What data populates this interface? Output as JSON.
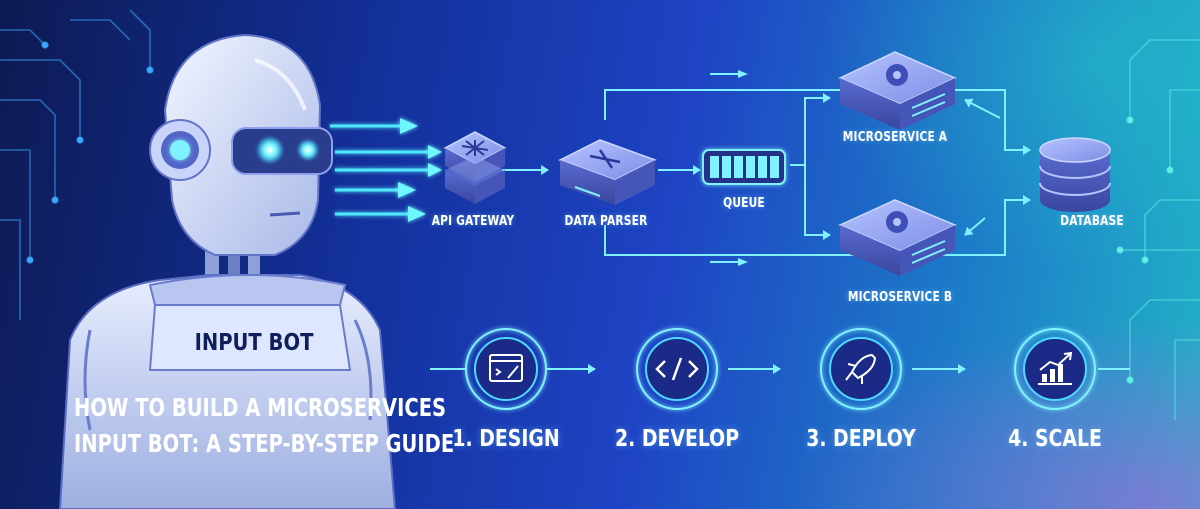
{
  "robot": {
    "label": "INPUT BOT"
  },
  "title": {
    "line1": "HOW TO BUILD A MICROSERVICES",
    "line2": "INPUT BOT: A STEP-BY-STEP GUIDE"
  },
  "nodes": {
    "api_gateway": "API GATEWAY",
    "data_parser": "DATA PARSER",
    "queue": "QUEUE",
    "microservice_a": "MICROSERVICE A",
    "microservice_b": "MICROSERVICE B",
    "database": "DATABASE"
  },
  "steps": [
    {
      "label": "1. DESIGN",
      "icon": "design-icon"
    },
    {
      "label": "2. DEVELOP",
      "icon": "code-icon"
    },
    {
      "label": "3. DEPLOY",
      "icon": "rocket-icon"
    },
    {
      "label": "4. SCALE",
      "icon": "chart-icon"
    }
  ],
  "colors": {
    "background_start": "#0d1a52",
    "background_end": "#22b3c8",
    "accent_cyan": "#3df0e8",
    "server_top": "#8a9cf0",
    "robot_visor": "#2a3c8c"
  }
}
